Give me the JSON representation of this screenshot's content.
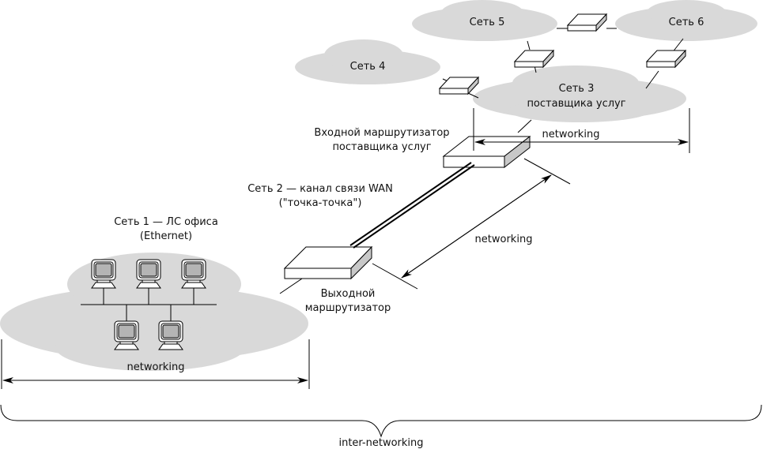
{
  "networks": {
    "net1": {
      "title": "Сеть 1 — ЛС офиса",
      "subtitle": "(Ethernet)"
    },
    "net2": {
      "title": "Сеть 2 — канал связи WAN",
      "subtitle": "(\"точка-точка\")"
    },
    "net3": {
      "title": "Сеть 3",
      "subtitle": "поставщика услуг"
    },
    "net4": {
      "title": "Сеть 4"
    },
    "net5": {
      "title": "Сеть 5"
    },
    "net6": {
      "title": "Сеть 6"
    }
  },
  "routers": {
    "entry": {
      "line1": "Входной маршрутизатор",
      "line2": "поставщика услуг"
    },
    "exit": {
      "line1": "Выходной",
      "line2": "маршрутизатор"
    }
  },
  "spans": {
    "lan": "networking",
    "wan": "networking",
    "provider": "networking",
    "overall": "inter-networking"
  },
  "colors": {
    "cloud": "#d9d9d9",
    "router_side": "#c8c8c8",
    "screen": "#b4b4b4"
  }
}
